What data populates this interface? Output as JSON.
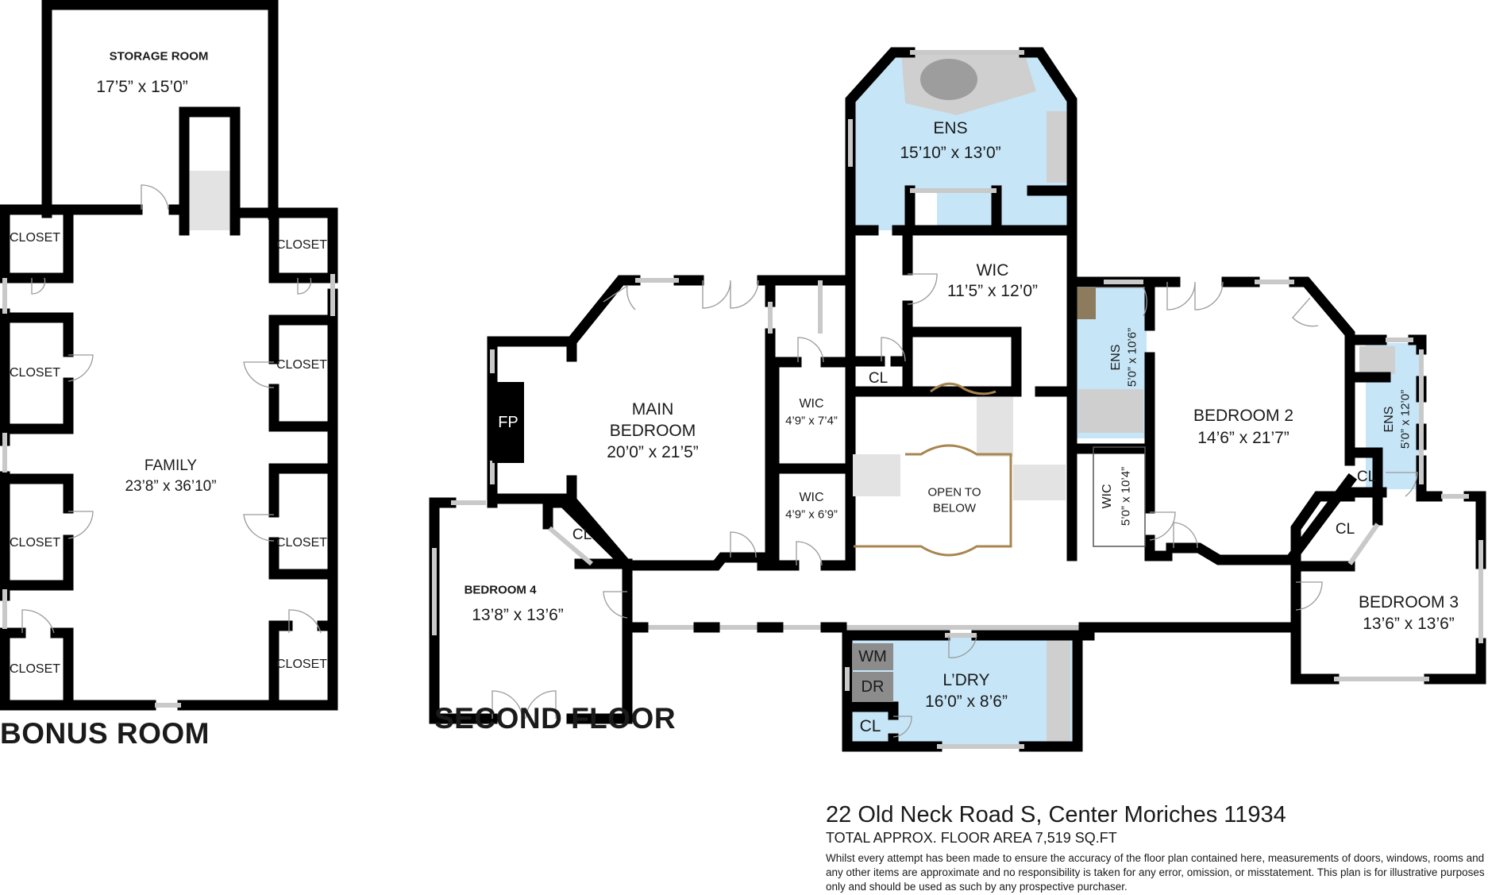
{
  "plans": {
    "bonus_room": {
      "title": "BONUS ROOM",
      "rooms": {
        "storage": {
          "name": "STORAGE ROOM",
          "dims": "17’5” x 15’0”"
        },
        "family": {
          "name": "FAMILY",
          "dims": "23’8” x 36’10”"
        },
        "closets": [
          "CLOSET",
          "CLOSET",
          "CLOSET",
          "CLOSET",
          "CLOSET",
          "CLOSET",
          "CLOSET",
          "CLOSET"
        ]
      }
    },
    "second_floor": {
      "title": "SECOND FLOOR",
      "rooms": {
        "ens_main": {
          "name": "ENS",
          "dims": "15’10” x 13’0”"
        },
        "wic_main": {
          "name": "WIC",
          "dims": "11’5” x 12’0”"
        },
        "main_bedroom": {
          "name_line1": "MAIN",
          "name_line2": "BEDROOM",
          "dims": "20’0” x 21’5”"
        },
        "fireplace": {
          "name": "FP"
        },
        "wic_a": {
          "name": "WIC",
          "dims": "4’9” x 7’4”"
        },
        "wic_b": {
          "name": "WIC",
          "dims": "4’9” x 6’9”"
        },
        "cl_upper": {
          "name": "CL"
        },
        "open_to_below": {
          "line1": "OPEN TO",
          "line2": "BELOW"
        },
        "ens_b2": {
          "name": "ENS",
          "dims": "5’0” x 10’6”"
        },
        "wic_b2": {
          "name": "WIC",
          "dims": "5’0” x 10’4”"
        },
        "bedroom2": {
          "name": "BEDROOM 2",
          "dims": "14’6” x 21’7”"
        },
        "ens_b3": {
          "name": "ENS",
          "dims": "5’0” x 12’0”"
        },
        "cl_b3a": {
          "name": "CL"
        },
        "cl_b3b": {
          "name": "CL"
        },
        "bedroom3": {
          "name": "BEDROOM 3",
          "dims": "13’6” x 13’6”"
        },
        "cl_b4": {
          "name": "CL"
        },
        "bedroom4": {
          "name": "BEDROOM 4",
          "dims": "13’8” x 13’6”"
        },
        "laundry": {
          "name": "L’DRY",
          "dims": "16’0” x 8’6”"
        },
        "wm": {
          "name": "WM"
        },
        "dr": {
          "name": "DR"
        },
        "cl_laundry": {
          "name": "CL"
        }
      }
    }
  },
  "footer": {
    "address": "22 Old Neck Road S, Center Moriches 11934",
    "total_area": "TOTAL APPROX. FLOOR AREA 7,519 SQ.FT",
    "disclaimer": "Whilst every attempt has been made to ensure the accuracy of the floor plan contained here, measurements of doors, windows, rooms and any other items are approximate and no responsibility is taken for any error, omission, or misstatement. This plan is for illustrative purposes only and should be used as such by any prospective purchaser."
  },
  "colors": {
    "wall": "#000000",
    "wet_area": "#c6e6f8",
    "open_outline": "#a8854f",
    "window": "#c9c9c9"
  }
}
